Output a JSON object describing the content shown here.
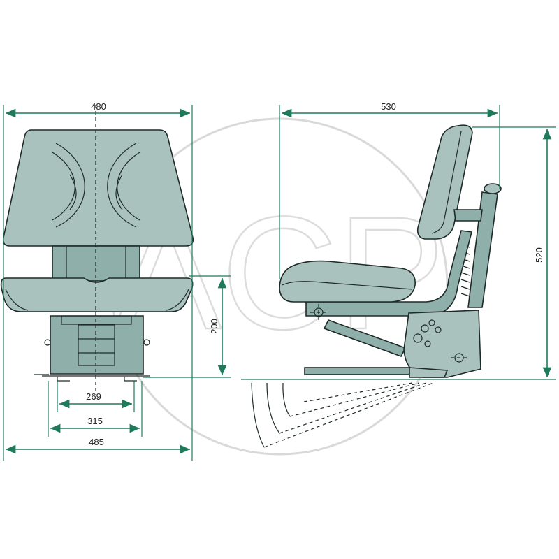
{
  "dimensions": {
    "front_top_width": "480",
    "side_depth": "530",
    "side_height": "520",
    "seat_height": "200",
    "rail_inner": "269",
    "rail_outer": "315",
    "base_width": "485"
  },
  "watermark": "ACP",
  "colors": {
    "dimension_line": "#1f7a5c",
    "seat_fill": "#a9c2bd",
    "outline": "#1e2a28"
  }
}
